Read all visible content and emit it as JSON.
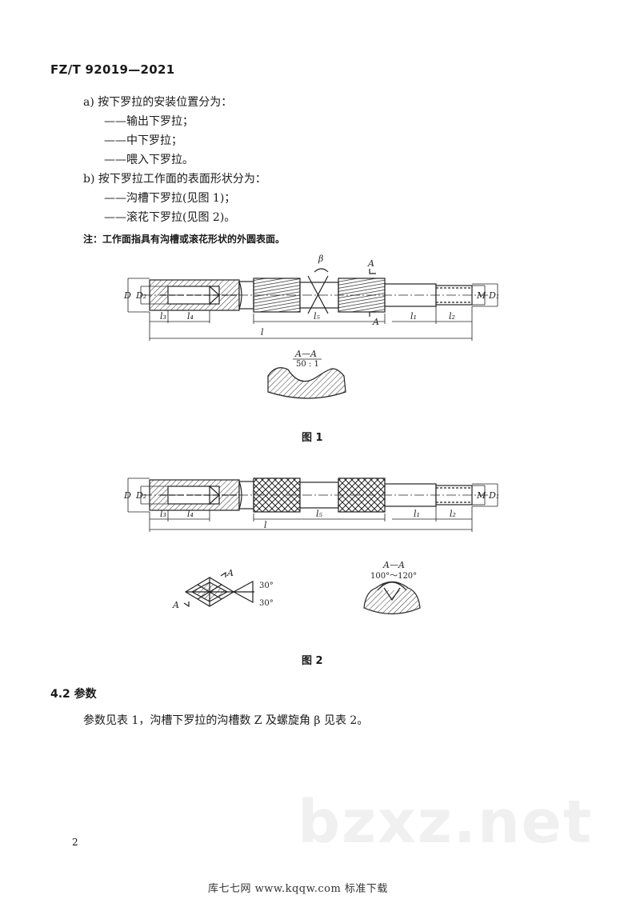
{
  "header": {
    "standard_code": "FZ/T 92019—2021"
  },
  "classification": {
    "a_title": "a)  按下罗拉的安装位置分为：",
    "a_items": [
      "——输出下罗拉；",
      "——中下罗拉；",
      "——喂入下罗拉。"
    ],
    "b_title": "b)  按下罗拉工作面的表面形状分为：",
    "b_items": [
      "——沟槽下罗拉(见图 1)；",
      "——滚花下罗拉(见图 2)。"
    ],
    "note": "注：工作面指具有沟槽或滚花形状的外圆表面。"
  },
  "figure1": {
    "caption": "图 1",
    "dim_labels": {
      "D": "D",
      "D2": "D₂",
      "l3": "l₃",
      "l4": "l₄",
      "l5": "l₅",
      "l": "l",
      "l1": "l₁",
      "l2": "l₂",
      "M": "M",
      "D1": "D₁",
      "beta": "β",
      "A_top": "A",
      "A_bottom": "A"
    },
    "section_title": "A—A",
    "section_scale": "50 : 1"
  },
  "figure2": {
    "caption": "图 2",
    "dim_labels": {
      "D": "D",
      "D2": "D₂",
      "l3": "l₃",
      "l4": "l₄",
      "l5": "l₅",
      "l": "l",
      "l1": "l₁",
      "l2": "l₂",
      "M": "M",
      "D1": "D₁"
    },
    "detail_A_top": "A",
    "detail_A_bottom": "A",
    "angle_top": "30°",
    "angle_bottom": "30°",
    "section_title": "A—A",
    "section_angle": "100°～120°"
  },
  "section_4_2": {
    "title": "4.2  参数",
    "body": "参数见表 1，沟槽下罗拉的沟槽数 Z 及螺旋角 β 见表 2。"
  },
  "page_number": "2",
  "watermark": "bzxz.net",
  "footer": "库七七网   www.kqqw.com   标准下载"
}
